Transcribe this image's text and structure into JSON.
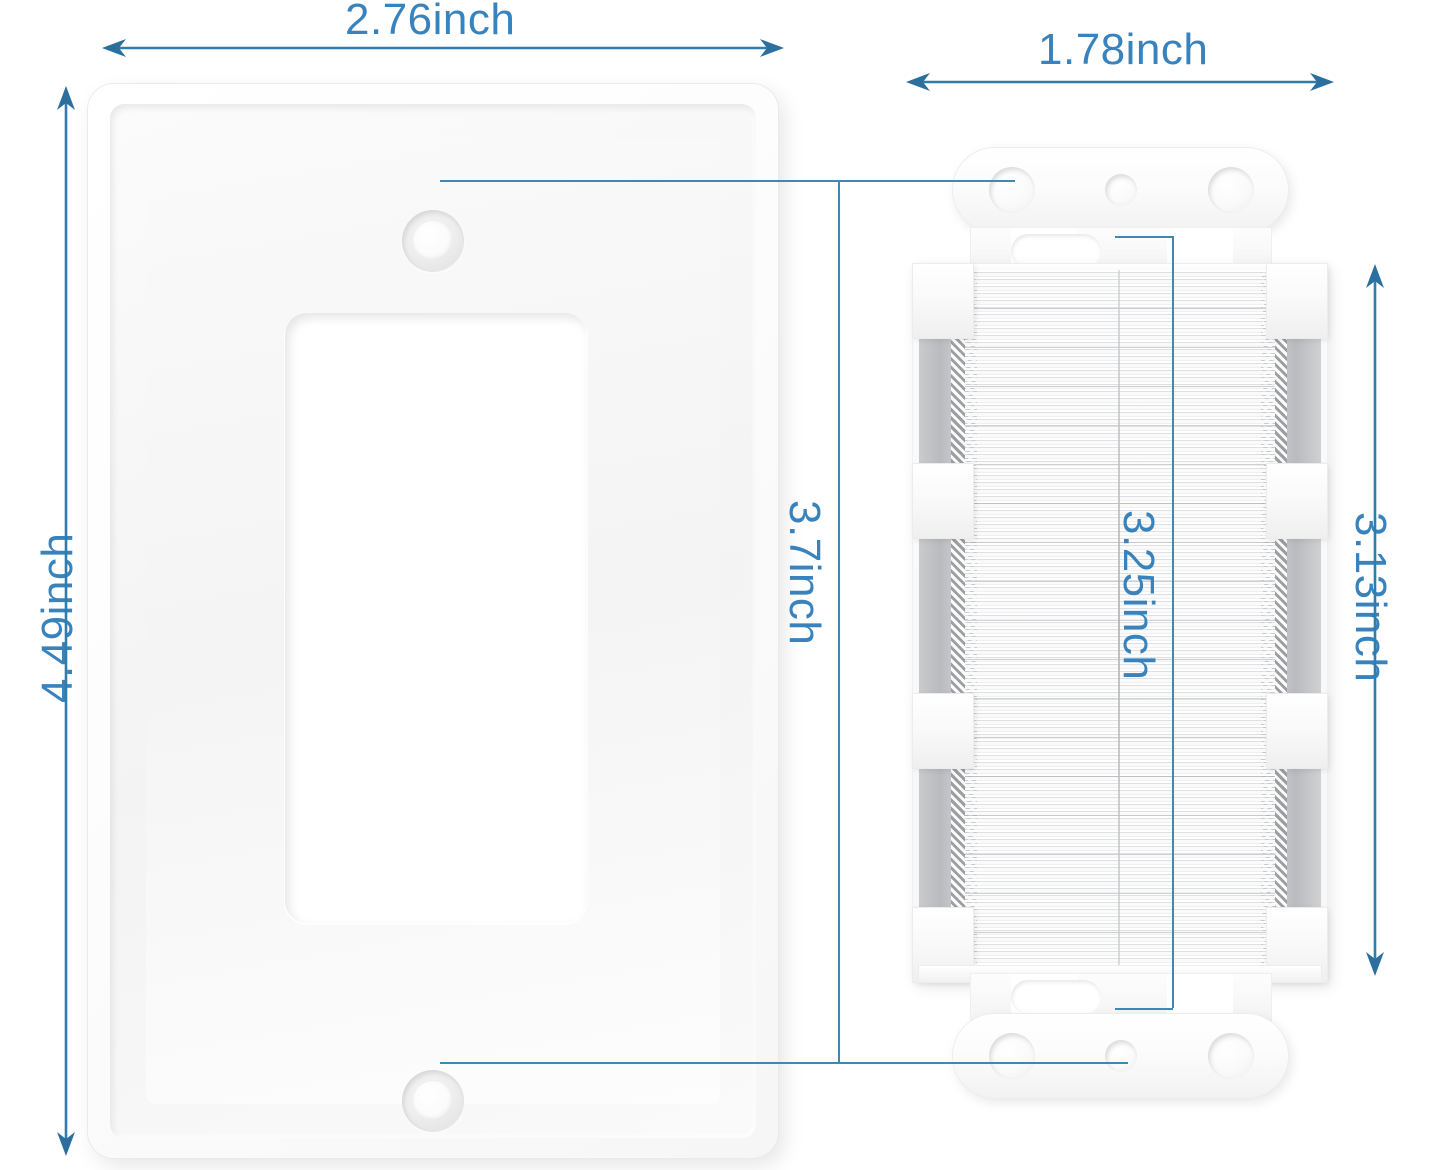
{
  "diagram": {
    "title": "Single Gang Decora Wall Plate and Brush Insert Dimension Diagram",
    "accent_color": "#3883bd",
    "line_color": "#2d7eae",
    "background_color": "#ffffff",
    "unit": "inch"
  },
  "dimensions": {
    "plate_width": {
      "value": "2.76inch",
      "orientation": "horizontal",
      "measures": "wall plate overall width"
    },
    "plate_height": {
      "value": "4.49inch",
      "orientation": "vertical-rot-left",
      "measures": "wall plate overall height"
    },
    "screw_hole_spacing": {
      "value": "3.7inch",
      "orientation": "vertical-rot-right",
      "measures": "distance between wall plate screw holes"
    },
    "insert_width": {
      "value": "1.78inch",
      "orientation": "horizontal",
      "measures": "brush insert overall width"
    },
    "insert_slot_spacing": {
      "value": "3.25inch",
      "orientation": "vertical-rot-right",
      "measures": "distance between insert mounting slots"
    },
    "insert_height": {
      "value": "3.13inch",
      "orientation": "vertical-rot-right",
      "measures": "brush insert body height"
    }
  },
  "parts": {
    "wall_plate": {
      "name": "Decora single gang wall plate",
      "color": "white",
      "features": [
        "rounded rectangular outer frame",
        "recessed bevel border",
        "center decora opening",
        "top screw hole",
        "bottom screw hole"
      ]
    },
    "brush_insert": {
      "name": "Cable pass-through brush insert",
      "color": "white",
      "features": [
        "top mounting strap with three holes",
        "bottom mounting strap with three holes",
        "center slotted cutouts",
        "white nylon bristle field",
        "gray textured side strips",
        "white retaining clips"
      ]
    }
  }
}
